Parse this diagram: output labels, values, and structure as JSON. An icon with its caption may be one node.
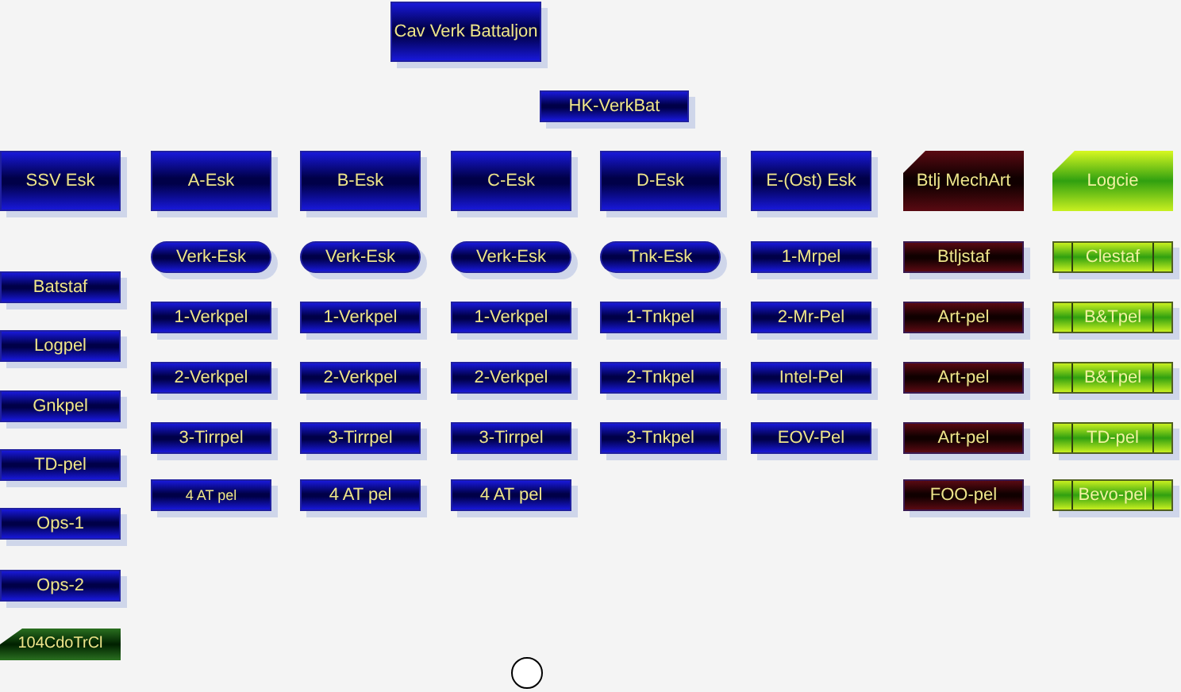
{
  "diagram": {
    "nodes": [
      {
        "text": [
          "Cav Verk Battaljon"
        ]
      },
      {
        "text": [
          "HK-VerkBat"
        ]
      },
      {
        "text": [
          "SSV Esk"
        ]
      },
      {
        "text": [
          "A-Esk"
        ]
      },
      {
        "text": [
          "B-Esk"
        ]
      },
      {
        "text": [
          "C-Esk"
        ]
      },
      {
        "text": [
          "D-Esk"
        ]
      },
      {
        "text": [
          "E-(Ost) Esk"
        ]
      },
      {
        "text": [
          "Btlj MechArt"
        ]
      },
      {
        "text": [
          "Logcie"
        ]
      },
      {
        "text": [
          "Verk-Esk"
        ]
      },
      {
        "text": [
          "Verk-Esk"
        ]
      },
      {
        "text": [
          "Verk-Esk"
        ]
      },
      {
        "text": [
          "Tnk-Esk"
        ]
      },
      {
        "text": [
          "1-Mrpel"
        ]
      },
      {
        "text": [
          "Btljstaf"
        ]
      },
      {
        "text": [
          "Clestaf"
        ]
      },
      {
        "text": [
          "Batstaf"
        ]
      },
      {
        "text": [
          "1-Verkpel"
        ]
      },
      {
        "text": [
          "1-Verkpel"
        ]
      },
      {
        "text": [
          "1-Verkpel"
        ]
      },
      {
        "text": [
          "1-Tnkpel"
        ]
      },
      {
        "text": [
          "2-Mr-Pel"
        ]
      },
      {
        "text": [
          "Art-pel"
        ]
      },
      {
        "text": [
          "B&Tpel"
        ]
      },
      {
        "text": [
          "Logpel"
        ]
      },
      {
        "text": [
          "2-Verkpel"
        ]
      },
      {
        "text": [
          "2-Verkpel"
        ]
      },
      {
        "text": [
          "2-Verkpel"
        ]
      },
      {
        "text": [
          "2-Tnkpel"
        ]
      },
      {
        "text": [
          "Intel-Pel"
        ]
      },
      {
        "text": [
          "Art-pel"
        ]
      },
      {
        "text": [
          "B&Tpel"
        ]
      },
      {
        "text": [
          "Gnkpel"
        ]
      },
      {
        "text": [
          "3-Tirrpel"
        ]
      },
      {
        "text": [
          "3-Tirrpel"
        ]
      },
      {
        "text": [
          "3-Tirrpel"
        ]
      },
      {
        "text": [
          "3-Tnkpel"
        ]
      },
      {
        "text": [
          "EOV-Pel"
        ]
      },
      {
        "text": [
          "Art-pel"
        ]
      },
      {
        "text": [
          "TD-pel"
        ]
      },
      {
        "text": [
          "TD-pel"
        ]
      },
      {
        "text": [
          "4 AT pel"
        ]
      },
      {
        "text": [
          "4 AT pel"
        ]
      },
      {
        "text": [
          "4 AT pel"
        ]
      },
      {
        "text": [
          "FOO-pel"
        ]
      },
      {
        "text": [
          "Bevo-pel"
        ]
      },
      {
        "text": [
          "Ops-1"
        ]
      },
      {
        "text": [
          "Ops-2"
        ]
      },
      {
        "text": [
          "104CdoTrCl"
        ]
      },
      {
        "text": [],
        "shape": "circle"
      }
    ]
  }
}
